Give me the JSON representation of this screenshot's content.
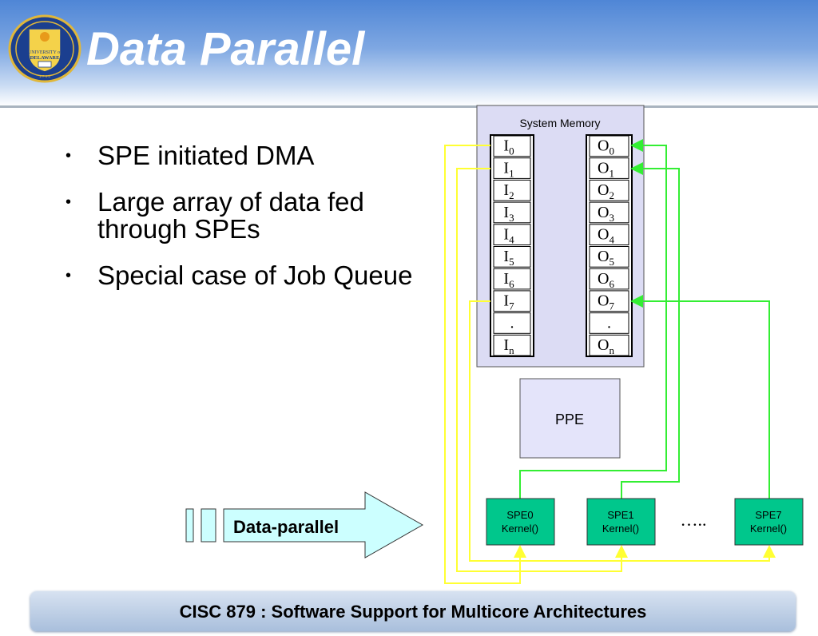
{
  "slide": {
    "title": "Data Parallel",
    "bullets": [
      "SPE initiated DMA",
      "Large array of data fed through SPEs",
      "Special case of Job Queue"
    ],
    "footer": "CISC 879 : Software Support for Multicore Architectures"
  },
  "logo": {
    "icon": "university-of-delaware-seal",
    "line1": "UNIVERSITY of",
    "line2": "DELAWARE",
    "year": "1 7 4 3"
  },
  "diagram": {
    "memory_label": "System Memory",
    "inputs": [
      {
        "base": "I",
        "sub": "0"
      },
      {
        "base": "I",
        "sub": "1"
      },
      {
        "base": "I",
        "sub": "2"
      },
      {
        "base": "I",
        "sub": "3"
      },
      {
        "base": "I",
        "sub": "4"
      },
      {
        "base": "I",
        "sub": "5"
      },
      {
        "base": "I",
        "sub": "6"
      },
      {
        "base": "I",
        "sub": "7"
      },
      {
        "base": ".",
        "sub": ""
      },
      {
        "base": "I",
        "sub": "n"
      }
    ],
    "outputs": [
      {
        "base": "O",
        "sub": "0"
      },
      {
        "base": "O",
        "sub": "1"
      },
      {
        "base": "O",
        "sub": "2"
      },
      {
        "base": "O",
        "sub": "3"
      },
      {
        "base": "O",
        "sub": "4"
      },
      {
        "base": "O",
        "sub": "5"
      },
      {
        "base": "O",
        "sub": "6"
      },
      {
        "base": "O",
        "sub": "7"
      },
      {
        "base": ".",
        "sub": ""
      },
      {
        "base": "O",
        "sub": "n"
      }
    ],
    "ppe_label": "PPE",
    "spes": [
      {
        "line1": "SPE0",
        "line2": "Kernel()"
      },
      {
        "line1": "SPE1",
        "line2": "Kernel()"
      },
      {
        "line1": "SPE7",
        "line2": "Kernel()"
      }
    ],
    "ellipsis": "…..",
    "arrow_label": "Data-parallel",
    "colors": {
      "input_wire": "#ffff33",
      "output_wire": "#33ee33",
      "spe_fill": "#00c78c",
      "memory_fill": "#dcdcf4",
      "ppe_fill": "#e4e4fa",
      "arrow_fill": "#ccffff"
    }
  }
}
